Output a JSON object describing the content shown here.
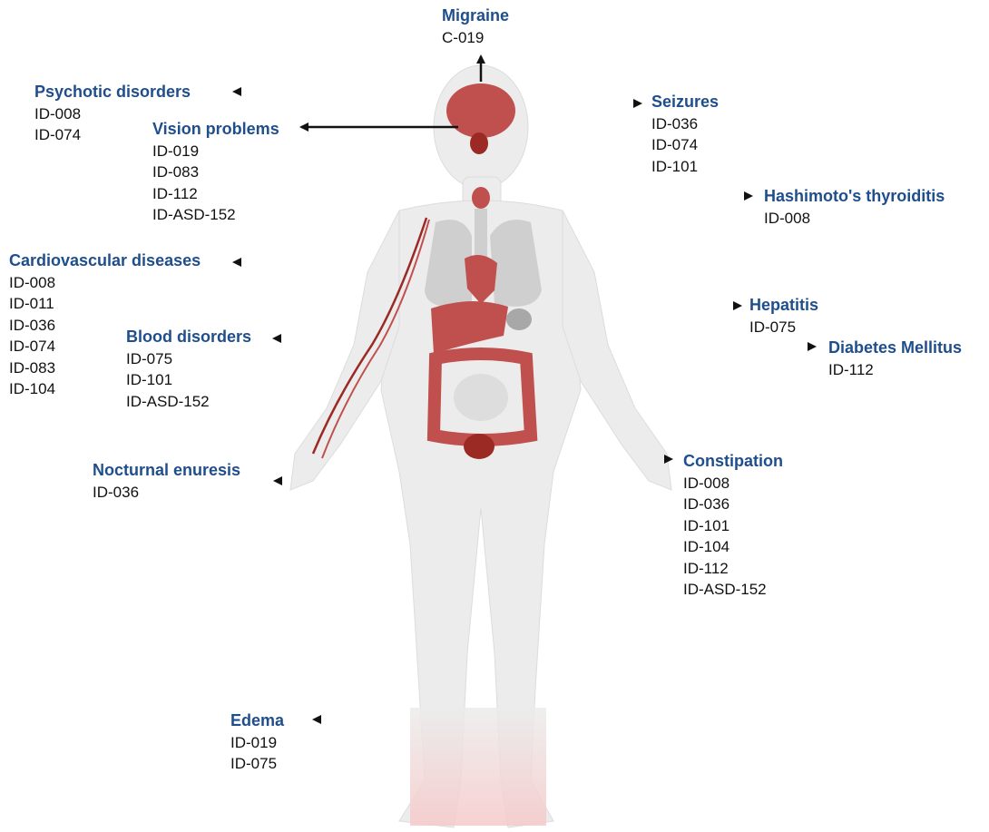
{
  "colors": {
    "title": "#1f4e8c",
    "id_text": "#111111",
    "silhouette": "#ececec",
    "organ_red": "#c0504d",
    "organ_dark_red": "#9b2a25",
    "lung_gray": "#cfcfcf",
    "arrow": "#111111"
  },
  "conditions": [
    {
      "key": "migraine",
      "title": "Migraine",
      "ids": [
        "C-019"
      ]
    },
    {
      "key": "psychotic",
      "title": "Psychotic disorders",
      "ids": [
        "ID-008",
        "ID-074"
      ]
    },
    {
      "key": "vision",
      "title": "Vision problems",
      "ids": [
        "ID-019",
        "ID-083",
        "ID-112",
        "ID-ASD-152"
      ]
    },
    {
      "key": "seizures",
      "title": "Seizures",
      "ids": [
        "ID-036",
        "ID-074",
        "ID-101"
      ]
    },
    {
      "key": "hashimoto",
      "title": "Hashimoto's thyroiditis",
      "ids": [
        "ID-008"
      ]
    },
    {
      "key": "cardio",
      "title": "Cardiovascular diseases",
      "ids": [
        "ID-008",
        "ID-011",
        "ID-036",
        "ID-074",
        "ID-083",
        "ID-104"
      ]
    },
    {
      "key": "hepatitis",
      "title": "Hepatitis",
      "ids": [
        "ID-075"
      ]
    },
    {
      "key": "blood",
      "title": "Blood disorders",
      "ids": [
        "ID-075",
        "ID-101",
        "ID-ASD-152"
      ]
    },
    {
      "key": "diabetes",
      "title": "Diabetes Mellitus",
      "ids": [
        "ID-112"
      ]
    },
    {
      "key": "enuresis",
      "title": "Nocturnal enuresis",
      "ids": [
        "ID-036"
      ]
    },
    {
      "key": "constipation",
      "title": "Constipation",
      "ids": [
        "ID-008",
        "ID-036",
        "ID-101",
        "ID-104",
        "ID-112",
        "ID-ASD-152"
      ]
    },
    {
      "key": "edema",
      "title": "Edema",
      "ids": [
        "ID-019",
        "ID-075"
      ]
    }
  ]
}
